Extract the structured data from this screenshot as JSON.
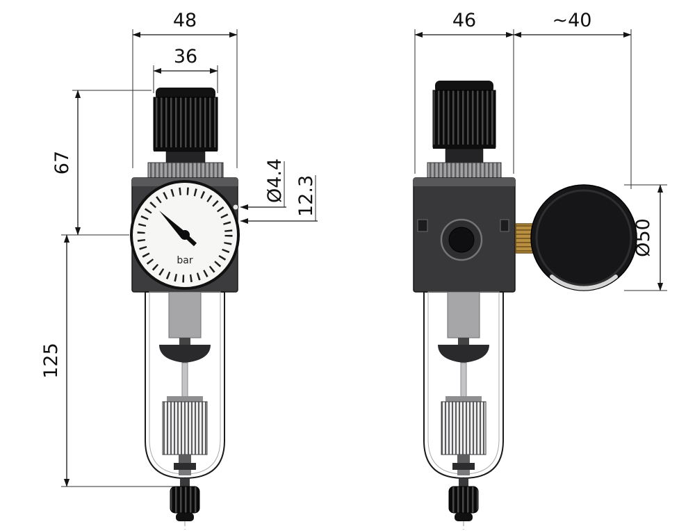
{
  "drawing": {
    "gauge": {
      "unit": "bar"
    },
    "front_view": {
      "width_overall": "48",
      "width_knob": "36",
      "height_upper": "67",
      "height_lower": "125",
      "port_diameter": "Ø4.4",
      "port_depth": "12.3"
    },
    "side_view": {
      "width_body": "46",
      "gauge_offset": "~40",
      "gauge_diameter": "Ø50"
    },
    "colors": {
      "line": "#141414",
      "body": "#3c3c3e",
      "knob": "#0c0c0c",
      "brass": "#b68a3e",
      "gauge_face": "#f6f6f4"
    }
  }
}
